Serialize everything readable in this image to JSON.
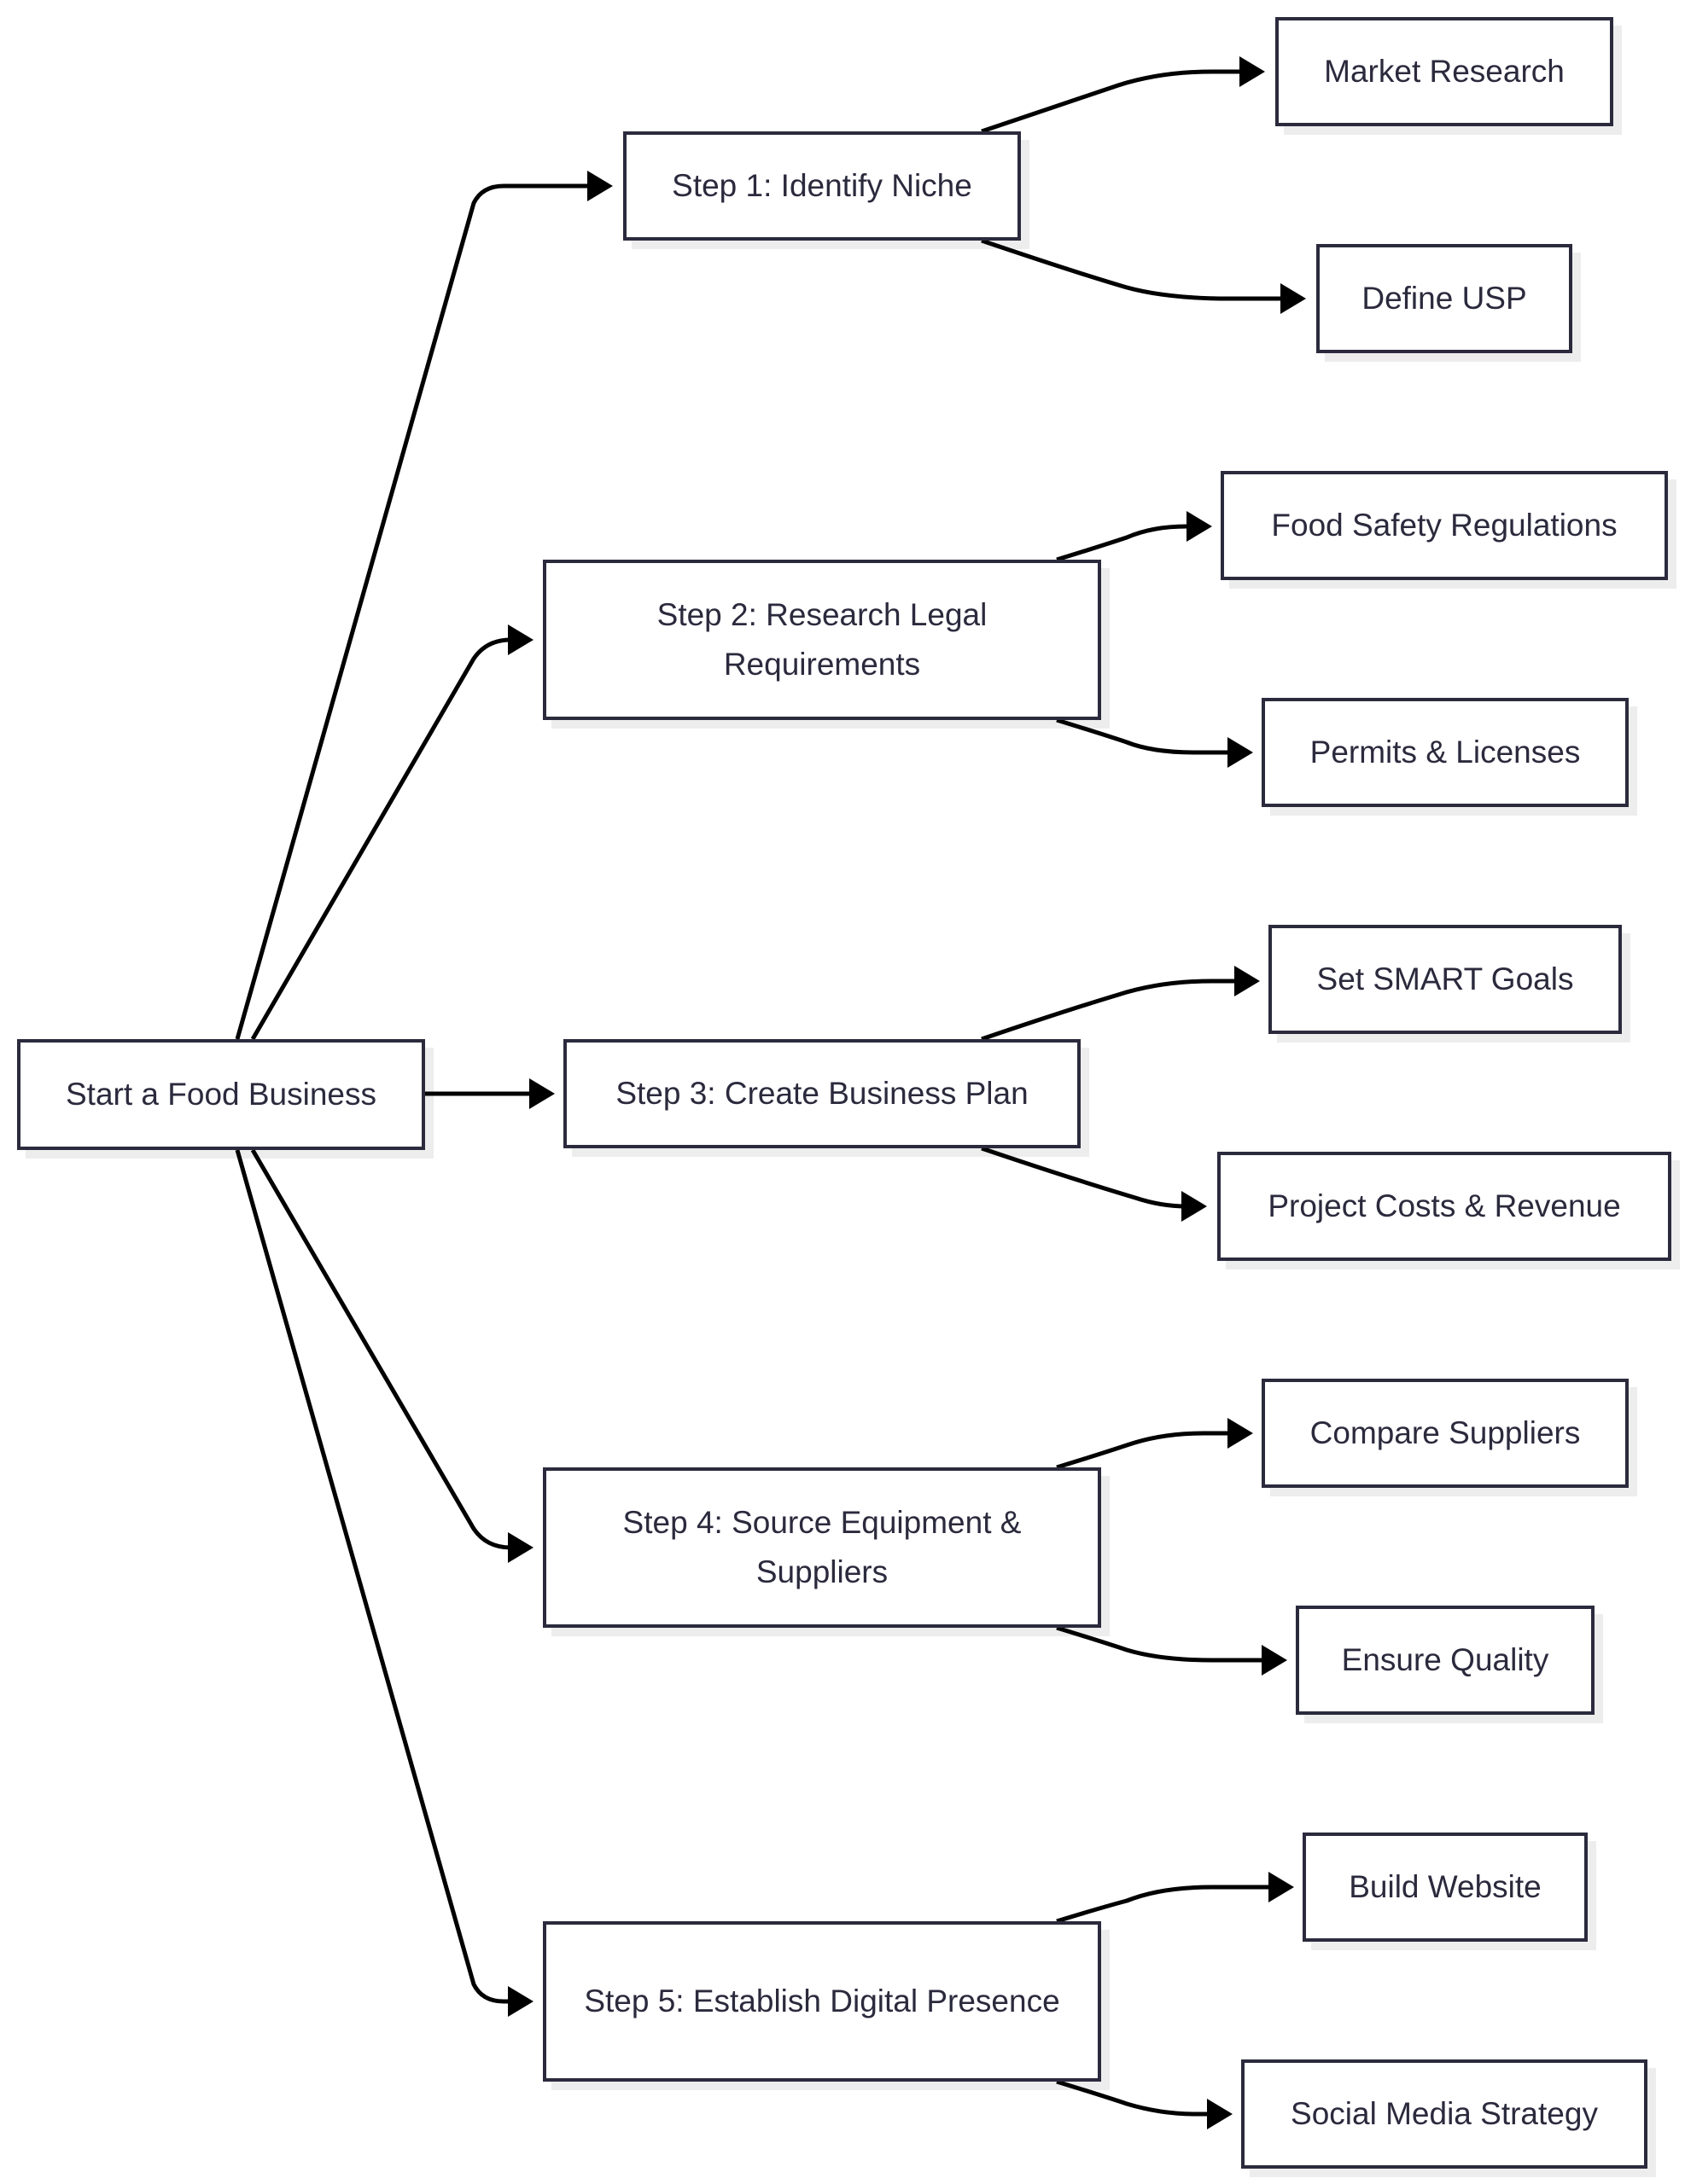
{
  "diagram": {
    "nodes": {
      "start": "Start a Food Business",
      "step1": "Step 1: Identify Niche",
      "step2": "Step 2: Research Legal Requirements",
      "step3": "Step 3: Create Business Plan",
      "step4": "Step 4: Source Equipment & Suppliers",
      "step5": "Step 5: Establish Digital Presence",
      "s1a": "Market Research",
      "s1b": "Define USP",
      "s2a": "Food Safety Regulations",
      "s2b": "Permits & Licenses",
      "s3a": "Set SMART Goals",
      "s3b": "Project Costs & Revenue",
      "s4a": "Compare Suppliers",
      "s4b": "Ensure Quality",
      "s5a": "Build Website",
      "s5b": "Social Media Strategy"
    },
    "edges": [
      {
        "from": "start",
        "to": "step1"
      },
      {
        "from": "start",
        "to": "step2"
      },
      {
        "from": "start",
        "to": "step3"
      },
      {
        "from": "start",
        "to": "step4"
      },
      {
        "from": "start",
        "to": "step5"
      },
      {
        "from": "step1",
        "to": "s1a"
      },
      {
        "from": "step1",
        "to": "s1b"
      },
      {
        "from": "step2",
        "to": "s2a"
      },
      {
        "from": "step2",
        "to": "s2b"
      },
      {
        "from": "step3",
        "to": "s3a"
      },
      {
        "from": "step3",
        "to": "s3b"
      },
      {
        "from": "step4",
        "to": "s4a"
      },
      {
        "from": "step4",
        "to": "s4b"
      },
      {
        "from": "step5",
        "to": "s5a"
      },
      {
        "from": "step5",
        "to": "s5b"
      }
    ],
    "colors": {
      "node_border": "#2b2a3d",
      "node_text": "#2b2a3d",
      "edge": "#000000",
      "background": "#ffffff"
    }
  }
}
